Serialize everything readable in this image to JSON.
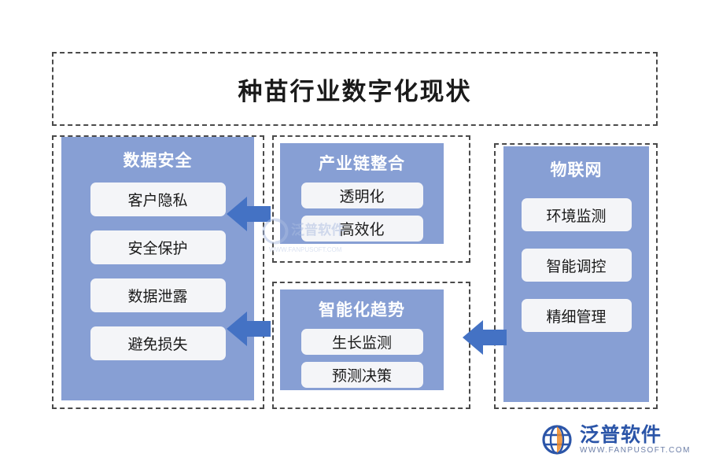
{
  "title": {
    "text": "种苗行业数字化现状"
  },
  "groups": {
    "security": {
      "heading": "数据安全",
      "items": [
        "客户隐私",
        "安全保护",
        "数据泄露",
        "避免损失"
      ]
    },
    "chain": {
      "heading": "产业链整合",
      "items": [
        "透明化",
        "高效化"
      ]
    },
    "ai": {
      "heading": "智能化趋势",
      "items": [
        "生长监测",
        "预测决策"
      ]
    },
    "iot": {
      "heading": "物联网",
      "items": [
        "环境监测",
        "智能调控",
        "精细管理"
      ]
    }
  },
  "arrows": [
    {
      "name": "arrow-chain-to-security",
      "direction": "left"
    },
    {
      "name": "arrow-ai-to-security",
      "direction": "left"
    },
    {
      "name": "arrow-iot-to-ai",
      "direction": "left"
    }
  ],
  "watermark": {
    "brand_cn": "泛普软件",
    "brand_en": "WWW.FANPUSOFT.COM"
  },
  "colors": {
    "panel_blue": "#879fd4",
    "chip_bg": "#f4f5f8",
    "border_dashed": "#4a4a4a",
    "arrow_blue": "#4472c4",
    "brand_blue": "#2b55a8",
    "title_text": "#1a1a1a"
  }
}
